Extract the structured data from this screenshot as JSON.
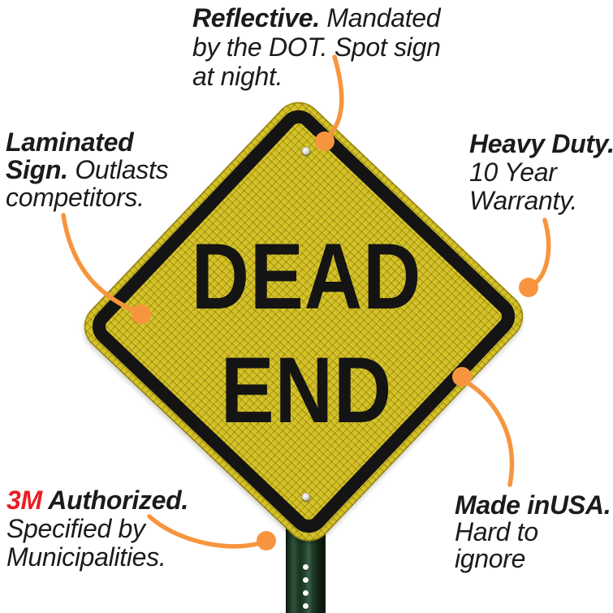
{
  "colors": {
    "accent_orange": "#F7953E",
    "sign_yellow": "#D3C125",
    "sign_black": "#141414",
    "red_3m": "#ED1C24",
    "post_green": "#1C3322"
  },
  "sign": {
    "line1": "DEAD",
    "line2": "END"
  },
  "annotations": {
    "top": {
      "line1_bold": "Reflective.",
      "line1_rest": " Mandated",
      "line2": "by the DOT. Spot sign",
      "line3": "at night."
    },
    "left": {
      "line1_bold": "Laminated",
      "line2_bold": "Sign.",
      "line2_rest": " Outlasts",
      "line3": "competitors."
    },
    "right": {
      "line1_bold": "Heavy Duty.",
      "line2": "10 Year",
      "line3": "Warranty."
    },
    "bottom_left": {
      "line1_red": "3M",
      "line1_bold": " Authorized.",
      "line2": "Specified by",
      "line3": "Municipalities."
    },
    "bottom_right": {
      "line1_bold": "Made inUSA.",
      "line2": "Hard to",
      "line3": "ignore"
    }
  }
}
